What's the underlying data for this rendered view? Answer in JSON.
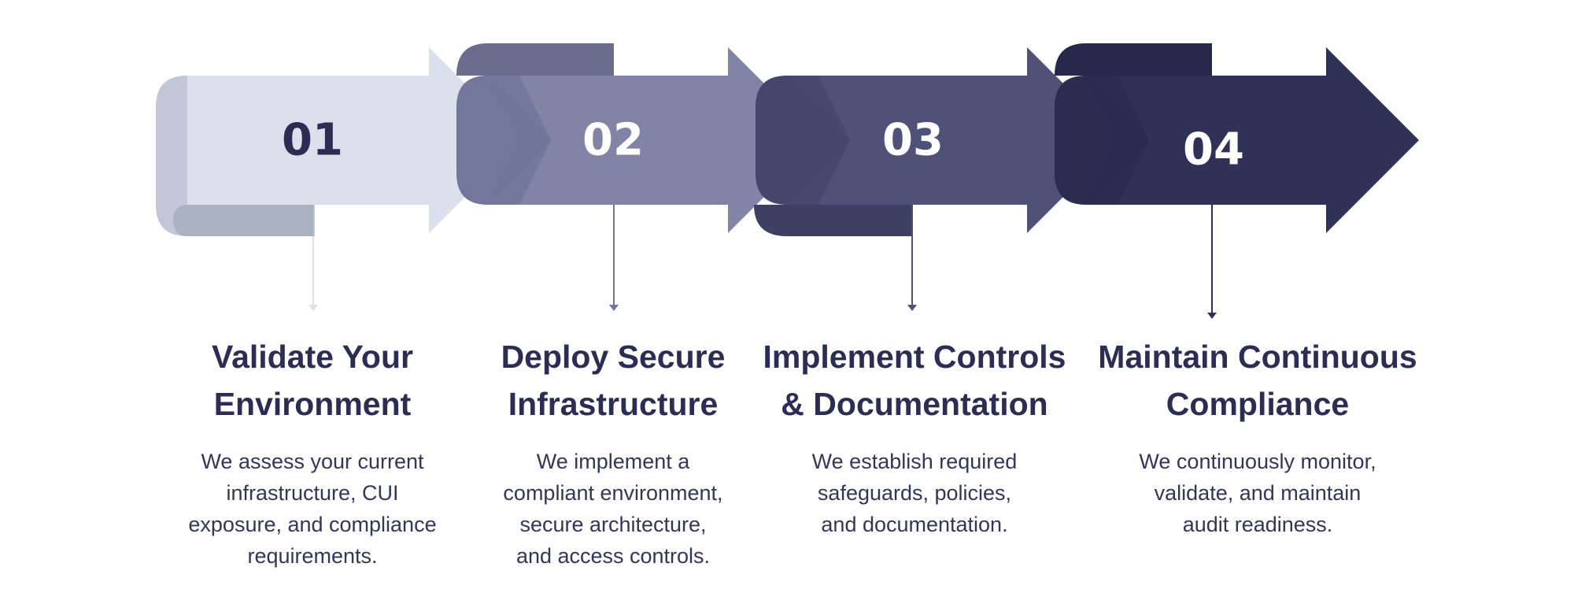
{
  "steps": [
    {
      "number": "01",
      "title": "Validate Your\nEnvironment",
      "description": "We assess your current\ninfrastructure, CUI\nexposure, and compliance\nrequirements.",
      "fill": "#dbe0ec",
      "shade": "#c1c7d5",
      "tab": "#aab2bf",
      "number_color": "#2b2d52"
    },
    {
      "number": "02",
      "title": "Deploy Secure\nInfrastructure",
      "description": "We implement a\ncompliant environment,\nsecure architecture,\nand access controls.",
      "fill": "#8184a5",
      "shade": "#72769a",
      "tab": "#6a6d8c",
      "number_color": "#ffffff"
    },
    {
      "number": "03",
      "title": "Implement Controls\n& Documentation",
      "description": "We establish required\nsafeguards, policies,\nand documentation.",
      "fill": "#4f5179",
      "shade": "#44466c",
      "tab": "#3e4062",
      "number_color": "#ffffff"
    },
    {
      "number": "04",
      "title": "Maintain Continuous\nCompliance",
      "description": "We continuously monitor,\nvalidate, and maintain\naudit readiness.",
      "fill": "#2f3157",
      "shade": "#2a2c50",
      "tab": "#26284a",
      "number_color": "#ffffff"
    }
  ]
}
